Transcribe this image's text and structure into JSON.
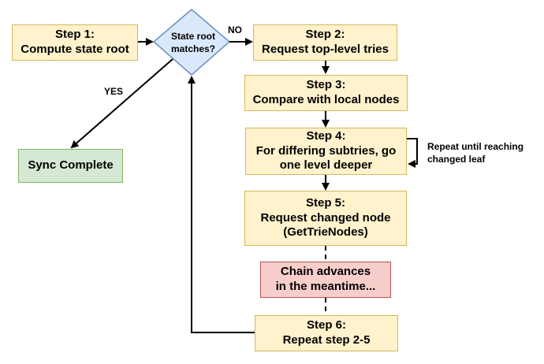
{
  "nodes": {
    "step1": {
      "title": "Step 1:",
      "text": "Compute state root"
    },
    "decision": {
      "line1": "State root",
      "line2": "matches?"
    },
    "step2": {
      "title": "Step 2:",
      "text": "Request top-level tries"
    },
    "step3": {
      "title": "Step 3:",
      "text": "Compare with local nodes"
    },
    "step4": {
      "title": "Step 4:",
      "line1": "For differing subtries, go",
      "line2": "one level deeper"
    },
    "step5": {
      "title": "Step 5:",
      "line1": "Request changed node",
      "line2": "(GetTrieNodes)"
    },
    "chain": {
      "line1": "Chain advances",
      "line2": "in the meantime..."
    },
    "step6": {
      "title": "Step 6:",
      "text": "Repeat step 2-5"
    },
    "sync": {
      "text": "Sync Complete"
    }
  },
  "edge_labels": {
    "no": "NO",
    "yes": "YES",
    "repeat_line1": "Repeat until reaching",
    "repeat_line2": "changed leaf"
  },
  "colors": {
    "step_fill": "#fff2cc",
    "step_border": "#d6b656",
    "decision_fill": "#dae8fc",
    "decision_border": "#6c8ebf",
    "success_fill": "#d5e8d4",
    "success_border": "#82b366",
    "alert_fill": "#f8cecc",
    "alert_border": "#b85450"
  }
}
